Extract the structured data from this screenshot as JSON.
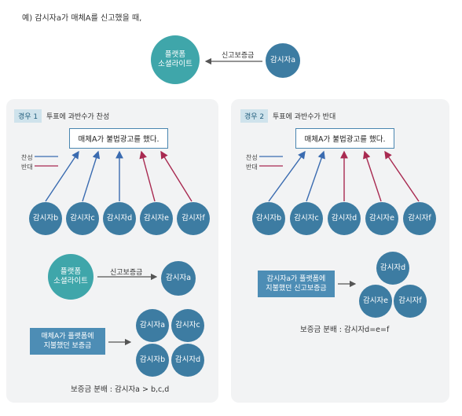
{
  "intro": "예) 감시자a가 매체A를 신고했을 때,",
  "top": {
    "platform": "플랫폼\n소셜라이트",
    "arrow_label": "신고보증금",
    "reporter": "감시자a"
  },
  "case1": {
    "tag": "경우 1",
    "title": "투표에 과반수가 찬성",
    "claim": "매체A가 불법광고를 했다.",
    "legend_yes": "찬성",
    "legend_no": "반대",
    "voters": [
      "감시자b",
      "감시자c",
      "감시자d",
      "감시자e",
      "감시자f"
    ],
    "platform": "플랫폼\n소셜라이트",
    "arrow_label": "신고보증금",
    "recipient": "감시자a",
    "deposit_box": "매체A가 플랫폼에\n지불했던 보증금",
    "receivers": [
      "감시자a",
      "감시자c",
      "감시자b",
      "감시자d"
    ],
    "note": "보증금 분배 : 감시자a > b,c,d"
  },
  "case2": {
    "tag": "경우 2",
    "title": "투표에 과반수가 반대",
    "claim": "매체A가 불법광고를 했다.",
    "legend_yes": "찬성",
    "legend_no": "반대",
    "voters": [
      "감시자b",
      "감시자c",
      "감시자d",
      "감시자e",
      "감시자f"
    ],
    "deposit_box": "감시자a가 플랫폼에\n지불했던 신고보증금",
    "receivers": [
      "감시자d",
      "감시자e",
      "감시자f"
    ],
    "note": "보증금 분배 : 감시자d=e=f"
  },
  "colors": {
    "yes": "#3a6bb0",
    "no": "#a82950",
    "blue": "#3d7ca2",
    "teal": "#3fa6aa",
    "panel": "#f2f3f4"
  }
}
